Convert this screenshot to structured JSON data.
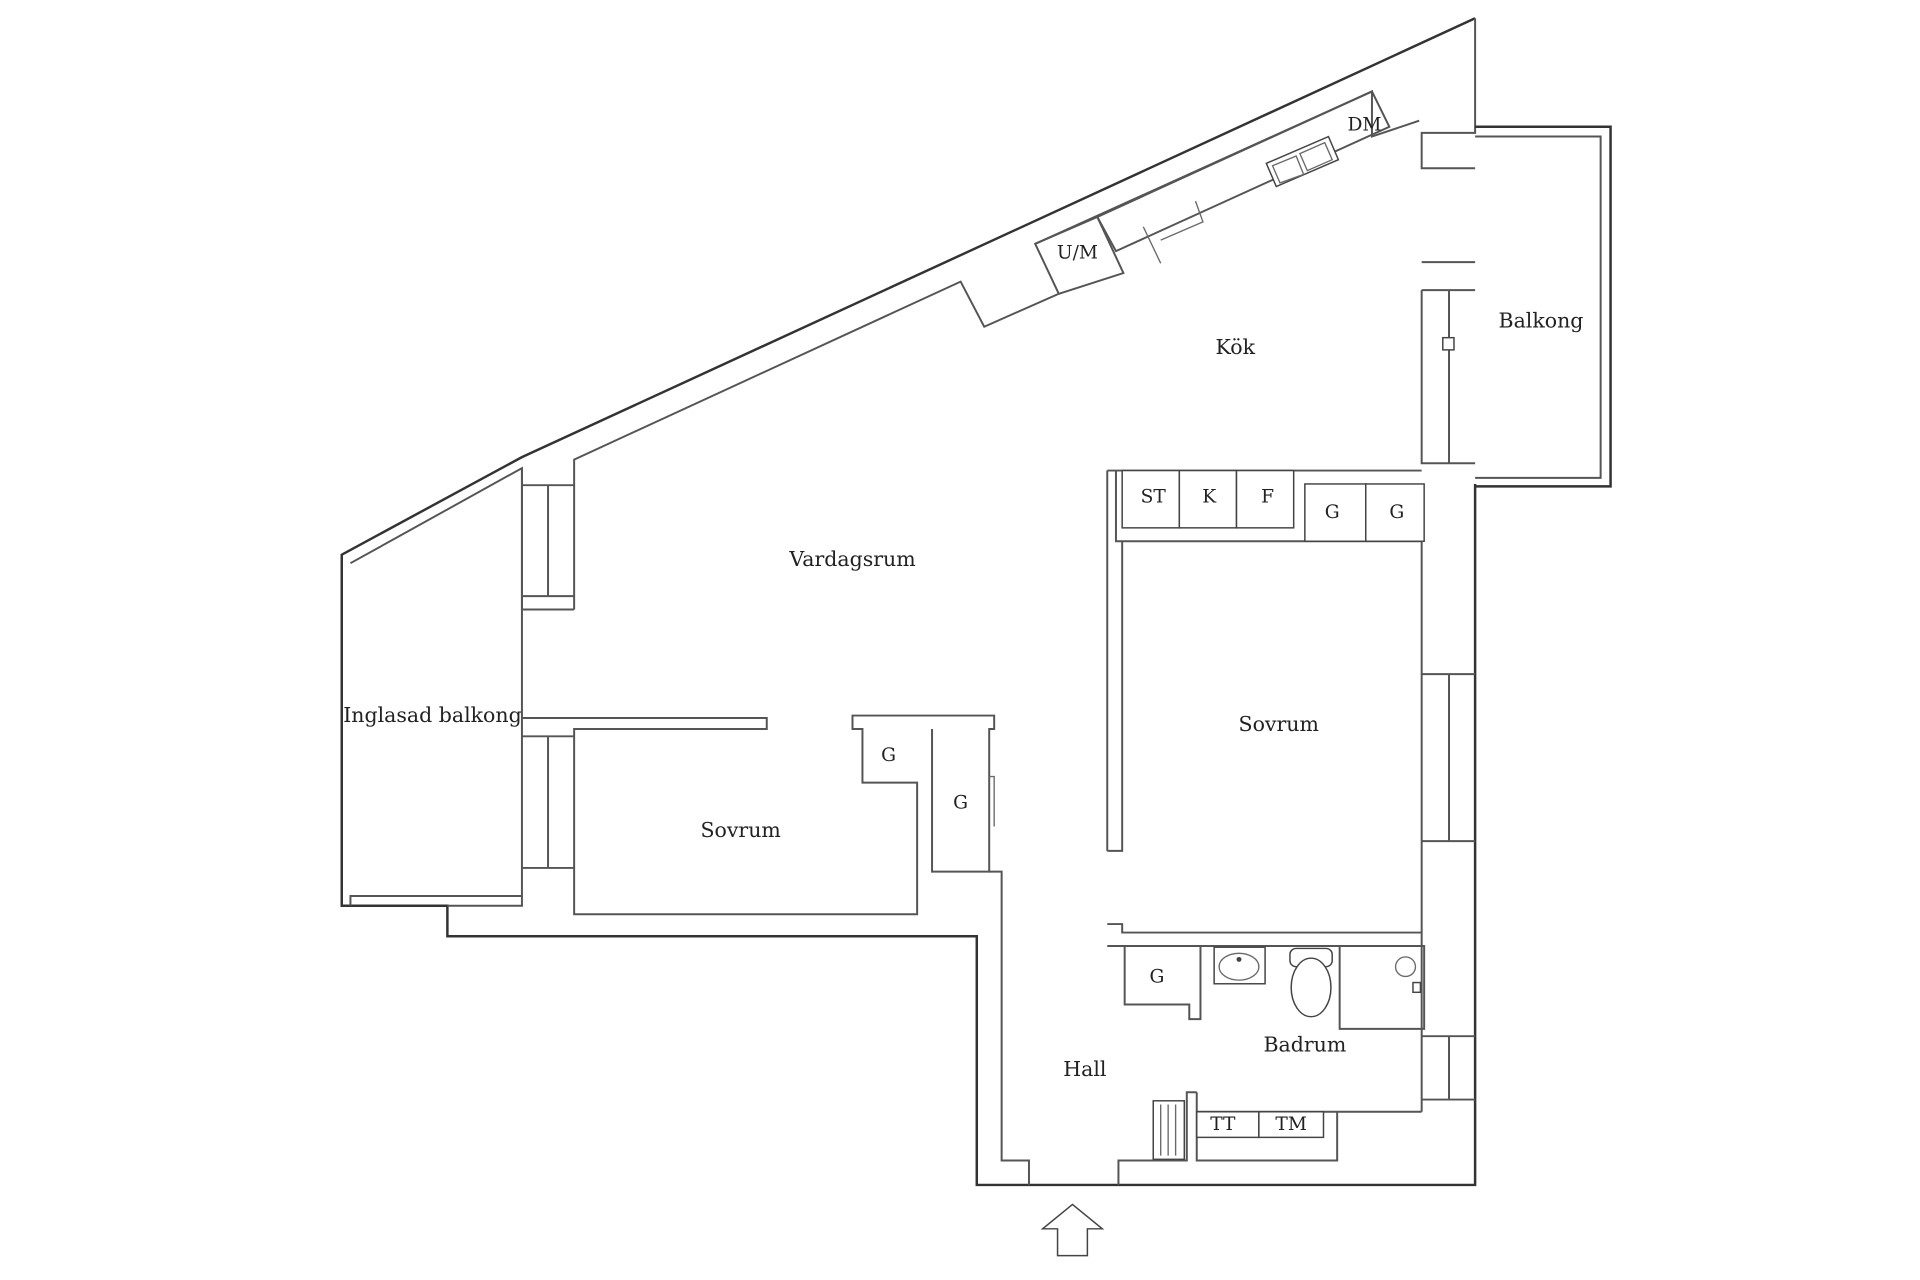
{
  "rooms": {
    "kitchen": "Kök",
    "balcony": "Balkong",
    "living_room": "Vardagsrum",
    "glazed_balcony": "Inglasad balkong",
    "bedroom_left": "Sovrum",
    "bedroom_right": "Sovrum",
    "hall": "Hall",
    "bathroom": "Badrum"
  },
  "units": {
    "dishwasher": "DM",
    "microwave": "U/M",
    "stove": "ST",
    "fridge": "K",
    "freezer": "F",
    "wardrobe_kitchen_1": "G",
    "wardrobe_kitchen_2": "G",
    "wardrobe_bedroom_left_1": "G",
    "wardrobe_bedroom_left_2": "G",
    "wardrobe_hall": "G",
    "tumble_dryer": "TT",
    "washing_machine": "TM"
  },
  "icons": [
    "entrance-arrow-icon",
    "sink-icon",
    "toilet-icon",
    "shower-icon",
    "radiator-icon"
  ]
}
